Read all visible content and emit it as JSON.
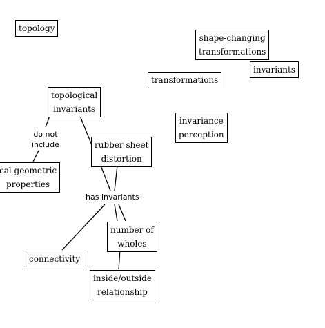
{
  "concept_map": {
    "nodes": {
      "topology": "topology",
      "shape_changing_transformations": [
        "shape-changing",
        "transformations"
      ],
      "invariants": "invariants",
      "transformations": "transformations",
      "topological_invariants": [
        "topological",
        "invariants"
      ],
      "invariance_perception": [
        "invariance",
        "perception"
      ],
      "rubber_sheet_distortion": [
        "rubber sheet",
        "distortion"
      ],
      "local_geometric_properties": [
        "cal geometric",
        "properties"
      ],
      "number_of_wholes": [
        "number of",
        "wholes"
      ],
      "connectivity": "connectivity",
      "inside_outside_relationship": [
        "inside/outside",
        "relationship"
      ]
    },
    "link_labels": {
      "do_not_include": [
        "do not",
        "include"
      ],
      "has_invariants": "has invariants"
    }
  }
}
